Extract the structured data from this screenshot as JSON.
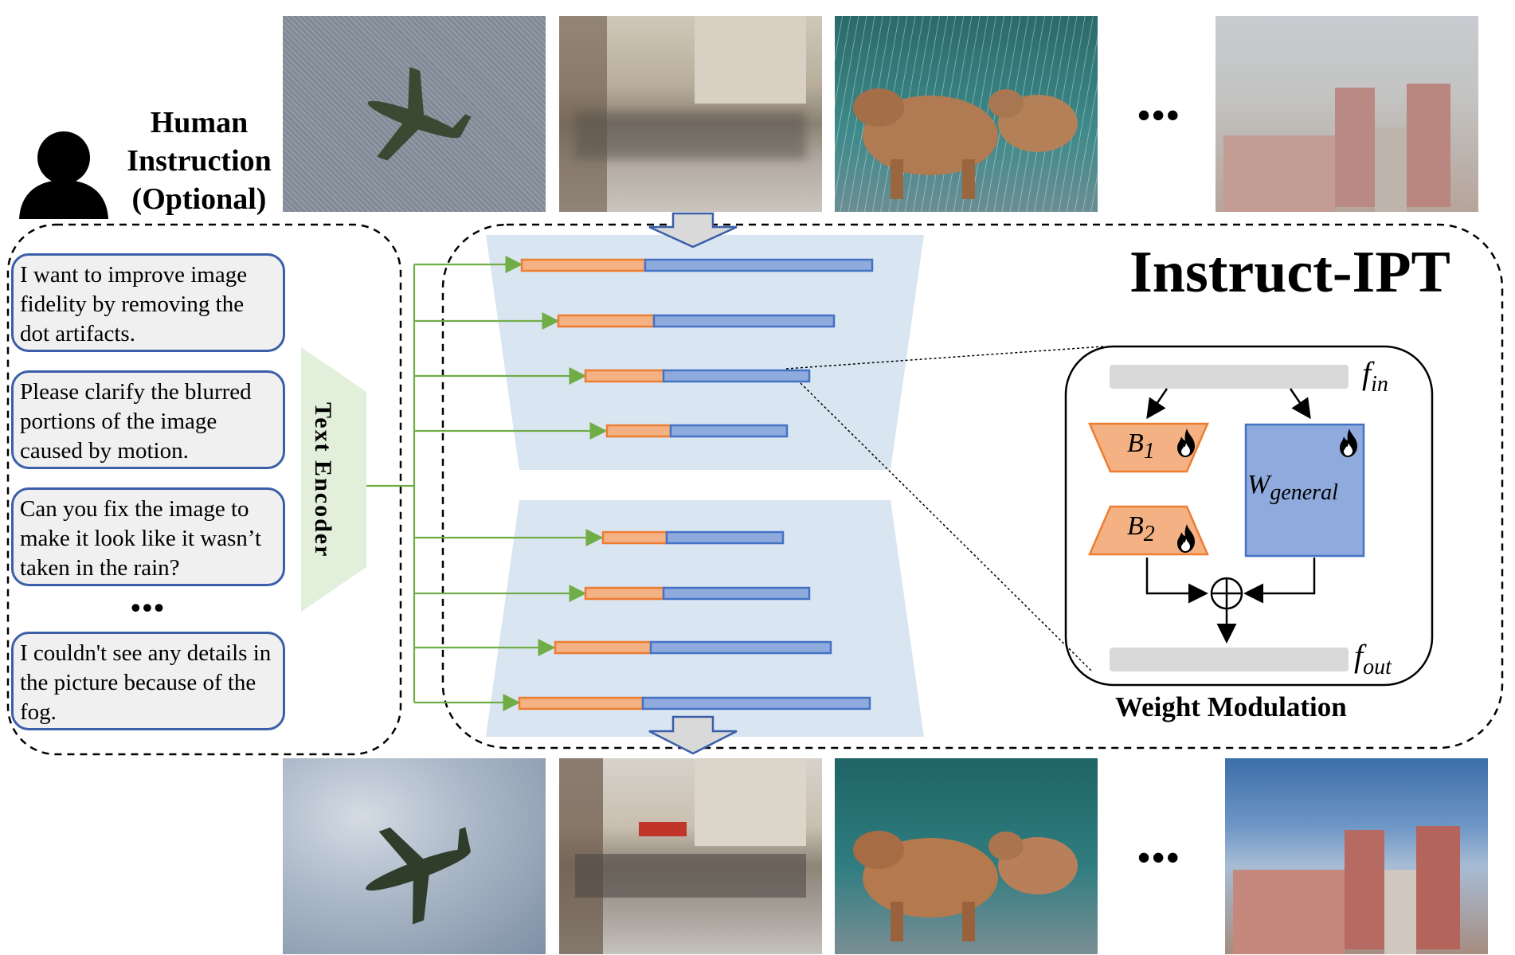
{
  "human_label_lines": [
    "Human",
    "Instruction",
    "(Optional)"
  ],
  "ellipsis": "•••",
  "instructions": [
    "I want to improve image fidelity by removing the dot artifacts.",
    "Please clarify the blurred portions of the image caused by motion.",
    "Can you fix the image to make it look like it wasn’t taken in the rain?",
    "I couldn't see any details in the picture because of the fog."
  ],
  "text_encoder_label": "Text Encoder",
  "model_title": "Instruct-IPT",
  "weight_modulation": {
    "title": "Weight Modulation",
    "f_in": {
      "base": "f",
      "sub": "in"
    },
    "f_out": {
      "base": "f",
      "sub": "out"
    },
    "b1": {
      "base": "B",
      "sub": "1"
    },
    "b2": {
      "base": "B",
      "sub": "2"
    },
    "w_general": {
      "base": "W",
      "sub": "general"
    },
    "flame_icon": "flame-icon"
  },
  "colors": {
    "orange": "#f4b183",
    "orange_border": "#ed7d31",
    "blue": "#8faadc",
    "blue_border": "#4472c4",
    "green": "#70ad47",
    "panel": "#dae5f2",
    "encoder": "#e2efda"
  }
}
